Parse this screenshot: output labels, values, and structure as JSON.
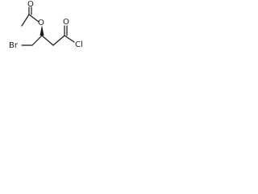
{
  "molecule": {
    "atoms": {
      "ester_carbonyl_oxygen": "O",
      "ester_oxygen": "O",
      "bromine": "Br",
      "acyl_oxygen": "O",
      "chlorine": "Cl"
    }
  }
}
